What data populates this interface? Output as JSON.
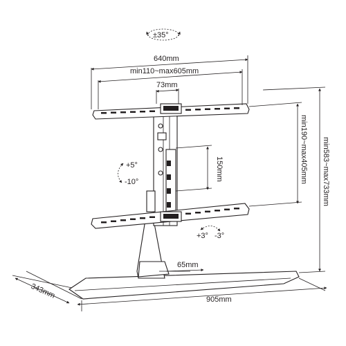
{
  "dimensions": {
    "swivel": "±35°",
    "bracket_width": "640mm",
    "arm_span": "min110~max605mm",
    "center_width": "73mm",
    "vesa_vertical": "150mm",
    "bracket_height": "min190~max405mm",
    "total_height": "min583~max733mm",
    "tilt_up": "+5°",
    "tilt_down": "-10°",
    "level_plus": "+3°",
    "level_minus": "-3°",
    "neck_width": "65mm",
    "base_depth": "343mm",
    "base_width": "905mm"
  },
  "colors": {
    "line": "#231f20",
    "background": "#ffffff"
  }
}
